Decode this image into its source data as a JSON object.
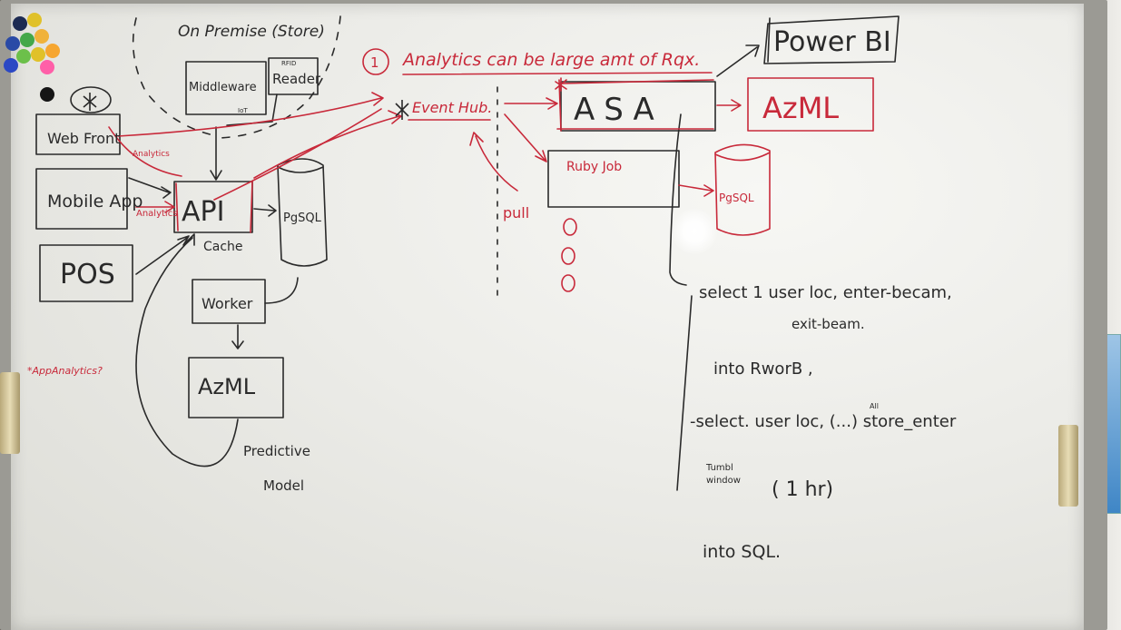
{
  "board": {
    "header": {
      "on_premise": "On Premise (Store)",
      "note_number": "1",
      "note_text": "Analytics can be large amt of Rqx."
    },
    "left_cluster": {
      "middleware": "Middleware",
      "reader": "Reader",
      "reader_small": "RFID",
      "reader_tag": "IoT",
      "web_front": "Web Front",
      "mobile_app": "Mobile App",
      "pos": "POS",
      "api": "API",
      "cache": "Cache",
      "pgsql": "PgSQL",
      "worker": "Worker",
      "azml": "AzML",
      "predictive": "Predictive",
      "model": "Model",
      "analytics_a": "Analytics",
      "analytics_b": "Analytics",
      "app_analytics": "*AppAnalytics?"
    },
    "center": {
      "event_hub": "Event Hub.",
      "pull": "pull",
      "asa": "ASA",
      "ruby_job": "Ruby Job",
      "pgsql2": "PgSQL"
    },
    "right": {
      "power_bi": "Power BI",
      "azml2": "AzML"
    },
    "query": {
      "line1": "select 1  user loc, enter-becam,",
      "line2": "exit-beam.",
      "line3": "into  RworB ,",
      "line4": "-select.  user loc, (...) store_enter",
      "line4_small": "All",
      "line5_a": "Tumbl",
      "line5_b": "window",
      "line5_c": "( 1 hr)",
      "line6": "into    SQL."
    }
  },
  "colors": {
    "marker_black": "#2a2a2a",
    "marker_red": "#c8293a",
    "board": "#ecece8"
  }
}
